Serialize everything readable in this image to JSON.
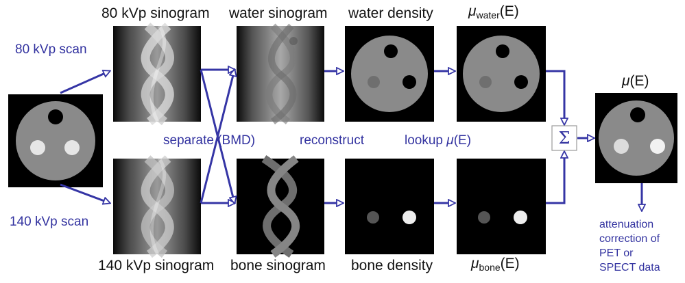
{
  "labels": {
    "sinogram_80": "80 kVp sinogram",
    "water_sinogram": "water sinogram",
    "water_density": "water density",
    "mu_symbol": "μ",
    "water_sub": "water",
    "energy_suffix": "(E)",
    "scan_80": "80 kVp scan",
    "scan_140": "140 kVp scan",
    "separate": "separate (BMD)",
    "reconstruct": "reconstruct",
    "lookup_prefix": "lookup ",
    "sinogram_140": "140 kVp sinogram",
    "bone_sinogram": "bone sinogram",
    "bone_density": "bone density",
    "bone_sub": "bone",
    "sum_symbol": "Σ",
    "output_line1": "attenuation",
    "output_line2": "correction of",
    "output_line3": "PET or",
    "output_line4": "SPECT data"
  },
  "colors": {
    "arrow": "#3535a5",
    "text_blue": "#3333a0",
    "text_black": "#111111",
    "image_bg": "#000000",
    "phantom_gray": "#8a8a8a",
    "insert_bright": "#e6e6e6",
    "insert_dark": "#000000",
    "insert_dim": "#555555"
  }
}
